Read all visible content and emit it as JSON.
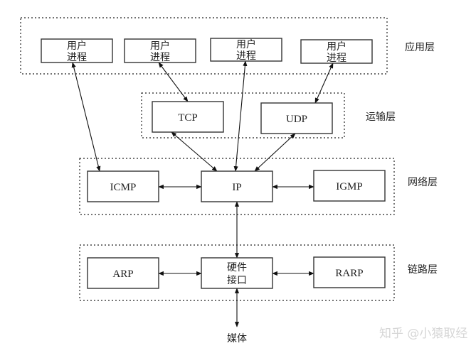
{
  "diagram": {
    "layers": [
      {
        "id": "app",
        "label": "应用层"
      },
      {
        "id": "transport",
        "label": "运输层"
      },
      {
        "id": "network",
        "label": "网络层"
      },
      {
        "id": "link",
        "label": "链路层"
      }
    ],
    "nodes": [
      {
        "id": "up1",
        "layer": "app",
        "lines": [
          "用户",
          "进程"
        ]
      },
      {
        "id": "up2",
        "layer": "app",
        "lines": [
          "用户",
          "进程"
        ]
      },
      {
        "id": "up3",
        "layer": "app",
        "lines": [
          "用户",
          "进程"
        ]
      },
      {
        "id": "up4",
        "layer": "app",
        "lines": [
          "用户",
          "进程"
        ]
      },
      {
        "id": "tcp",
        "layer": "transport",
        "lines": [
          "TCP"
        ]
      },
      {
        "id": "udp",
        "layer": "transport",
        "lines": [
          "UDP"
        ]
      },
      {
        "id": "icmp",
        "layer": "network",
        "lines": [
          "ICMP"
        ]
      },
      {
        "id": "ip",
        "layer": "network",
        "lines": [
          "IP"
        ]
      },
      {
        "id": "igmp",
        "layer": "network",
        "lines": [
          "IGMP"
        ]
      },
      {
        "id": "arp",
        "layer": "link",
        "lines": [
          "ARP"
        ]
      },
      {
        "id": "hw",
        "layer": "link",
        "lines": [
          "硬件",
          "接口"
        ]
      },
      {
        "id": "rarp",
        "layer": "link",
        "lines": [
          "RARP"
        ]
      }
    ],
    "edges": [
      {
        "from": "up1",
        "to": "icmp",
        "bidirectional": true
      },
      {
        "from": "up2",
        "to": "tcp",
        "bidirectional": true
      },
      {
        "from": "up3",
        "to": "ip",
        "bidirectional": true
      },
      {
        "from": "up4",
        "to": "udp",
        "bidirectional": true
      },
      {
        "from": "tcp",
        "to": "ip",
        "bidirectional": true
      },
      {
        "from": "udp",
        "to": "ip",
        "bidirectional": true
      },
      {
        "from": "icmp",
        "to": "ip",
        "bidirectional": true
      },
      {
        "from": "ip",
        "to": "igmp",
        "bidirectional": true
      },
      {
        "from": "ip",
        "to": "hw",
        "bidirectional": true
      },
      {
        "from": "arp",
        "to": "hw",
        "bidirectional": true
      },
      {
        "from": "hw",
        "to": "rarp",
        "bidirectional": true
      },
      {
        "from": "hw",
        "to": "media",
        "bidirectional": true
      }
    ],
    "media_label": "媒体",
    "watermark": "知乎 @小猿取经"
  }
}
